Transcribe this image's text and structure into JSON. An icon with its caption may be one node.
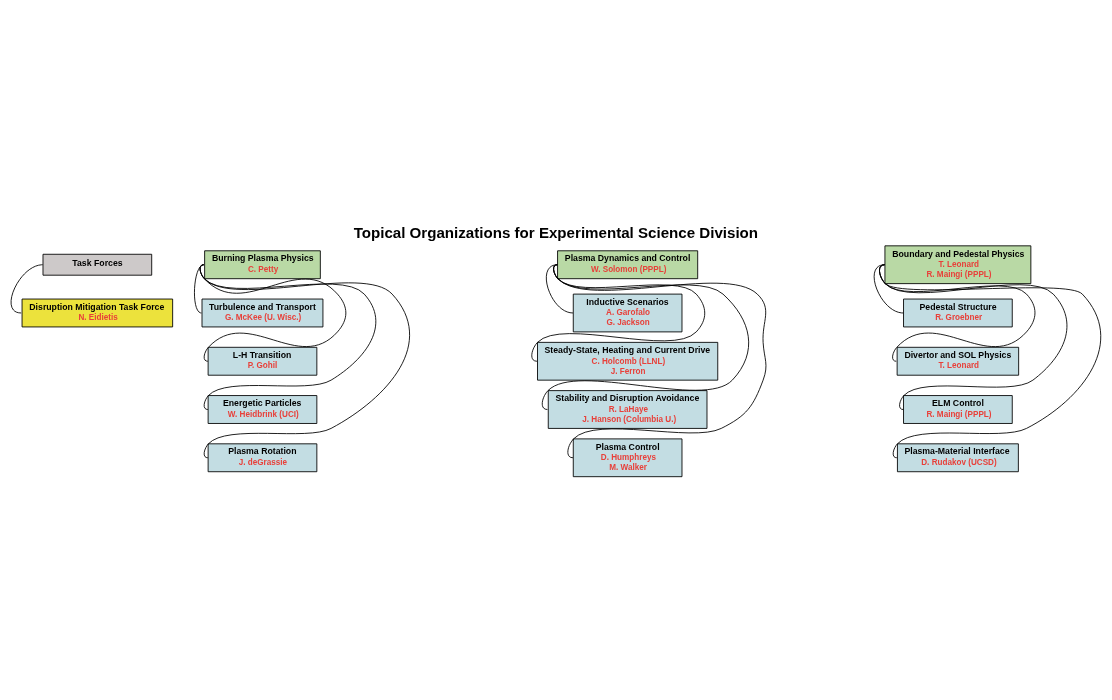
{
  "diagram": {
    "title": "Topical Organizations for Experimental Science Division",
    "nodes": [
      {
        "text": [
          "Task Forces"
        ]
      },
      {
        "text": [
          "Disruption Mitigation Task Force",
          "N. Eidietis"
        ]
      },
      {
        "text": [
          "Burning Plasma Physics",
          "C. Petty"
        ]
      },
      {
        "text": [
          "Turbulence and Transport",
          "G. McKee (U. Wisc.)"
        ]
      },
      {
        "text": [
          "L-H Transition",
          "P. Gohil"
        ]
      },
      {
        "text": [
          "Energetic Particles",
          "W. Heidbrink (UCI)"
        ]
      },
      {
        "text": [
          "Plasma Rotation",
          "J. deGrassie"
        ]
      },
      {
        "text": [
          "Plasma Dynamics and Control",
          "W. Solomon (PPPL)"
        ]
      },
      {
        "text": [
          "Inductive Scenarios",
          "A. Garofalo",
          "G. Jackson"
        ]
      },
      {
        "text": [
          "Steady-State, Heating and Current Drive",
          "C. Holcomb (LLNL)",
          "J. Ferron"
        ]
      },
      {
        "text": [
          "Stability and Disruption Avoidance",
          "R. LaHaye",
          "J. Hanson (Columbia U.)"
        ]
      },
      {
        "text": [
          "Plasma Control",
          "D. Humphreys",
          "M. Walker"
        ]
      },
      {
        "text": [
          "Boundary and Pedestal Physics",
          "T. Leonard",
          "R. Maingi (PPPL)"
        ]
      },
      {
        "text": [
          "Pedestal Structure",
          "R. Groebner"
        ]
      },
      {
        "text": [
          "Divertor and SOL Physics",
          "T. Leonard"
        ]
      },
      {
        "text": [
          "ELM Control",
          "R. Maingi (PPPL)"
        ]
      },
      {
        "text": [
          "Plasma-Material Interface",
          "D. Rudakov (UCSD)"
        ]
      }
    ],
    "edges": [
      {
        "from": 0,
        "to": 1,
        "arrow": "none"
      },
      {
        "from": 2,
        "to": 3,
        "arrow": "none"
      },
      {
        "from": 2,
        "to": 4,
        "arrow": "none"
      },
      {
        "from": 2,
        "to": 5,
        "arrow": "none"
      },
      {
        "from": 2,
        "to": 6,
        "arrow": "none"
      },
      {
        "from": 7,
        "to": 8,
        "arrow": "none"
      },
      {
        "from": 7,
        "to": 9,
        "arrow": "none"
      },
      {
        "from": 7,
        "to": 10,
        "arrow": "none"
      },
      {
        "from": 7,
        "to": 11,
        "arrow": "none"
      },
      {
        "from": 12,
        "to": 13,
        "arrow": "none"
      },
      {
        "from": 12,
        "to": 14,
        "arrow": "none"
      },
      {
        "from": 12,
        "to": 15,
        "arrow": "none"
      },
      {
        "from": 12,
        "to": 16,
        "arrow": "none"
      }
    ]
  }
}
